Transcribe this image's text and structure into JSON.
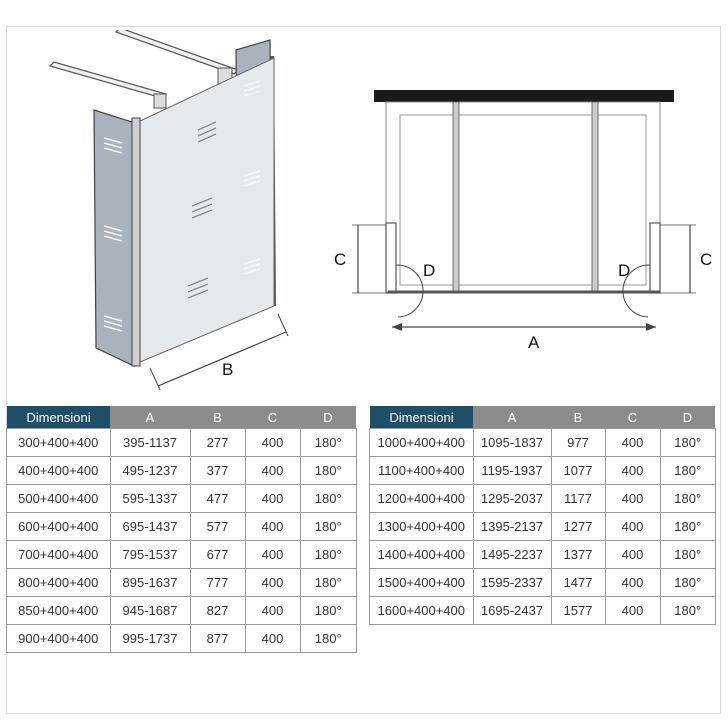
{
  "diagram_labels": {
    "a": "A",
    "b": "B",
    "c": "C",
    "d": "D"
  },
  "tables": [
    {
      "headers": [
        "Dimensioni",
        "A",
        "B",
        "C",
        "D"
      ],
      "rows": [
        [
          "300+400+400",
          "395-1137",
          "277",
          "400",
          "180°"
        ],
        [
          "400+400+400",
          "495-1237",
          "377",
          "400",
          "180°"
        ],
        [
          "500+400+400",
          "595-1337",
          "477",
          "400",
          "180°"
        ],
        [
          "600+400+400",
          "695-1437",
          "577",
          "400",
          "180°"
        ],
        [
          "700+400+400",
          "795-1537",
          "677",
          "400",
          "180°"
        ],
        [
          "800+400+400",
          "895-1637",
          "777",
          "400",
          "180°"
        ],
        [
          "850+400+400",
          "945-1687",
          "827",
          "400",
          "180°"
        ],
        [
          "900+400+400",
          "995-1737",
          "877",
          "400",
          "180°"
        ]
      ]
    },
    {
      "headers": [
        "Dimensioni",
        "A",
        "B",
        "C",
        "D"
      ],
      "rows": [
        [
          "1000+400+400",
          "1095-1837",
          "977",
          "400",
          "180°"
        ],
        [
          "1100+400+400",
          "1195-1937",
          "1077",
          "400",
          "180°"
        ],
        [
          "1200+400+400",
          "1295-2037",
          "1177",
          "400",
          "180°"
        ],
        [
          "1300+400+400",
          "1395-2137",
          "1277",
          "400",
          "180°"
        ],
        [
          "1400+400+400",
          "1495-2237",
          "1377",
          "400",
          "180°"
        ],
        [
          "1500+400+400",
          "1595-2337",
          "1477",
          "400",
          "180°"
        ],
        [
          "1600+400+400",
          "1695-2437",
          "1577",
          "400",
          "180°"
        ]
      ]
    }
  ],
  "colors": {
    "header_first": "#1f4e67",
    "header_rest": "#8c8c8c",
    "glass_side": "#aab3bd",
    "glass_front": "#e4e9ee"
  }
}
